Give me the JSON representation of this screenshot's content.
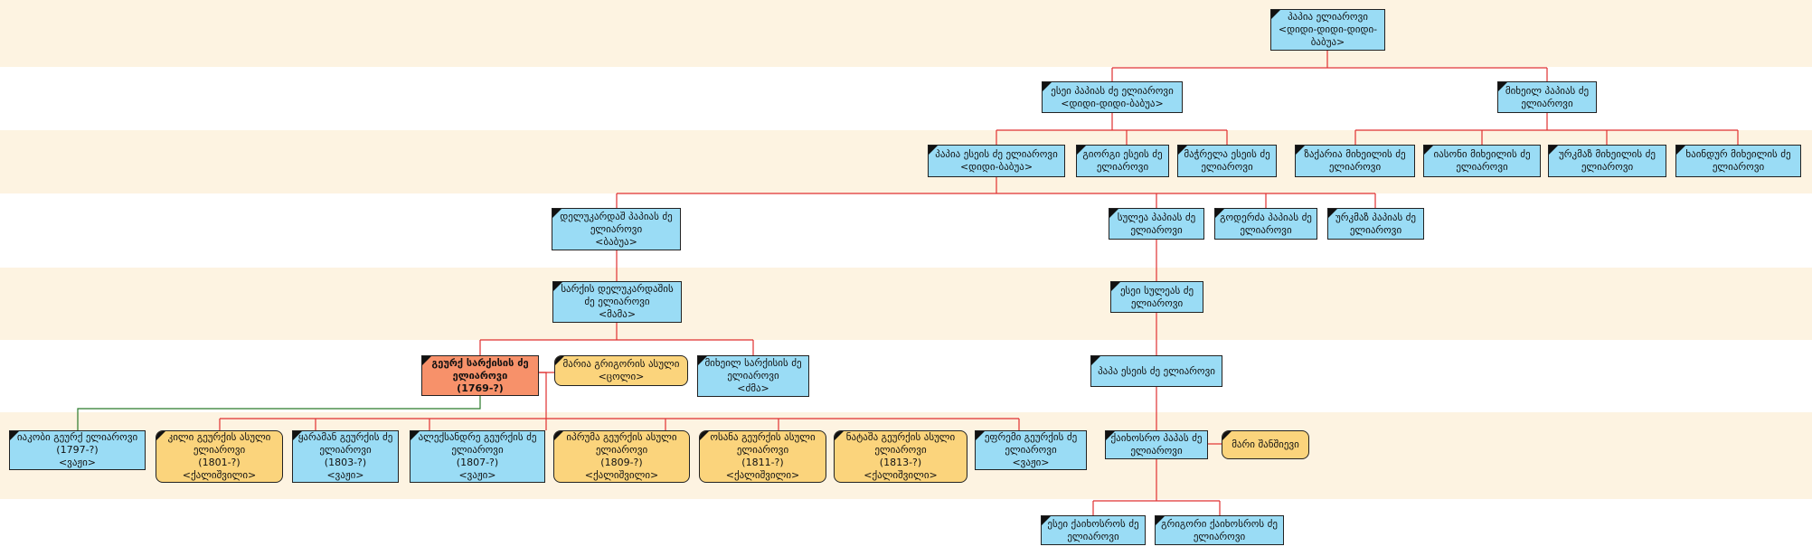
{
  "colors": {
    "band_odd": "#fdf3e1",
    "male": "#9adcf5",
    "female": "#fbd47c",
    "highlight": "#f7916a",
    "edge": "#e03030",
    "edge_child": "#2a7a2a"
  },
  "icons": {
    "node_marker": "triangle-marker-icon"
  },
  "people": [
    {
      "id": "p1",
      "text": "პაპია ელიაროვი\n<დიდი-დიდი-დიდი-\nბაბუა>",
      "sex": "m"
    },
    {
      "id": "p2",
      "text": "ესეი პაპიას ძე ელიაროვი\n<დიდი-დიდი-ბაბუა>",
      "sex": "m"
    },
    {
      "id": "p3",
      "text": "მიხეილ პაპიას ძე\nელიაროვი",
      "sex": "m"
    },
    {
      "id": "p4",
      "text": "პაპია ესეის ძე ელიაროვი\n<დიდი-ბაბუა>",
      "sex": "m"
    },
    {
      "id": "p5",
      "text": "გიორგი ესეის ძე\nელიაროვი",
      "sex": "m"
    },
    {
      "id": "p6",
      "text": "მაჭრელა ესეის ძე\nელიაროვი",
      "sex": "m"
    },
    {
      "id": "p7",
      "text": "ზაქარია მიხეილის ძე\nელიაროვი",
      "sex": "m"
    },
    {
      "id": "p8",
      "text": "იასონი მიხეილის ძე\nელიაროვი",
      "sex": "m"
    },
    {
      "id": "p9",
      "text": "ურკმაზ მიხეილის ძე\nელიაროვი",
      "sex": "m"
    },
    {
      "id": "p10",
      "text": "ხაინდურ მიხეილის ძე\nელიაროვი",
      "sex": "m"
    },
    {
      "id": "p11",
      "text": "დელუკარდაშ პაპიას ძე\nელიაროვი\n<ბაბუა>",
      "sex": "m"
    },
    {
      "id": "p12",
      "text": "სულეა პაპიას ძე\nელიაროვი",
      "sex": "m"
    },
    {
      "id": "p13",
      "text": "გოდერძა პაპიას ძე\nელიაროვი",
      "sex": "m"
    },
    {
      "id": "p14",
      "text": "ურკმაზ პაპიას ძე\nელიაროვი",
      "sex": "m"
    },
    {
      "id": "p15",
      "text": "სარქის დელუკარდაშის\nძე ელიაროვი\n<მამა>",
      "sex": "m"
    },
    {
      "id": "p16",
      "text": "ესეი სულეას ძე\nელიაროვი",
      "sex": "m"
    },
    {
      "id": "p17",
      "text": "გეურქ სარქისის ძე\nელიაროვი\n(1769-?)",
      "sex": "h"
    },
    {
      "id": "p18",
      "text": "მარია გრიგორის ასული\n<ცოლი>",
      "sex": "f"
    },
    {
      "id": "p19",
      "text": "მიხეილ სარქისის ძე\nელიაროვი\n<ძმა>",
      "sex": "m"
    },
    {
      "id": "p20",
      "text": "პაპა ესეის ძე ელიაროვი",
      "sex": "m"
    },
    {
      "id": "p21",
      "text": "იაკობი გეურქ ელიაროვი\n(1797-?)\n<ვაჟი>",
      "sex": "m"
    },
    {
      "id": "p22",
      "text": "კილი გეურქის ასული\nელიაროვი\n(1801-?)\n<ქალიშვილი>",
      "sex": "f"
    },
    {
      "id": "p23",
      "text": "ყარამან გეურქის ძე\nელიაროვი\n(1803-?)\n<ვაჟი>",
      "sex": "m"
    },
    {
      "id": "p24",
      "text": "ალექსანდრე გეურქის ძე\nელიაროვი\n(1807-?)\n<ვაჟი>",
      "sex": "m"
    },
    {
      "id": "p25",
      "text": "იპრუმა გეურქის ასული\nელიაროვი\n(1809-?)\n<ქალიშვილი>",
      "sex": "f"
    },
    {
      "id": "p26",
      "text": "ოსანა გეურქის ასული\nელიაროვი\n(1811-?)\n<ქალიშვილი>",
      "sex": "f"
    },
    {
      "id": "p27",
      "text": "ნატაშა გეურქის ასული\nელიაროვი\n(1813-?)\n<ქალიშვილი>",
      "sex": "f"
    },
    {
      "id": "p28",
      "text": "ეფრემი გეურქის ძე\nელიაროვი\n<ვაჟი>",
      "sex": "m"
    },
    {
      "id": "p29",
      "text": "ქაიხოსრო პაპას ძე\nელიაროვი",
      "sex": "m"
    },
    {
      "id": "p30",
      "text": "მარი შანშიევი",
      "sex": "f"
    },
    {
      "id": "p31",
      "text": "ესეი ქაიხოსროს ძე\nელიაროვი",
      "sex": "m"
    },
    {
      "id": "p32",
      "text": "გრიგორი ქაიხოსროს ძე\nელიაროვი",
      "sex": "m"
    }
  ]
}
